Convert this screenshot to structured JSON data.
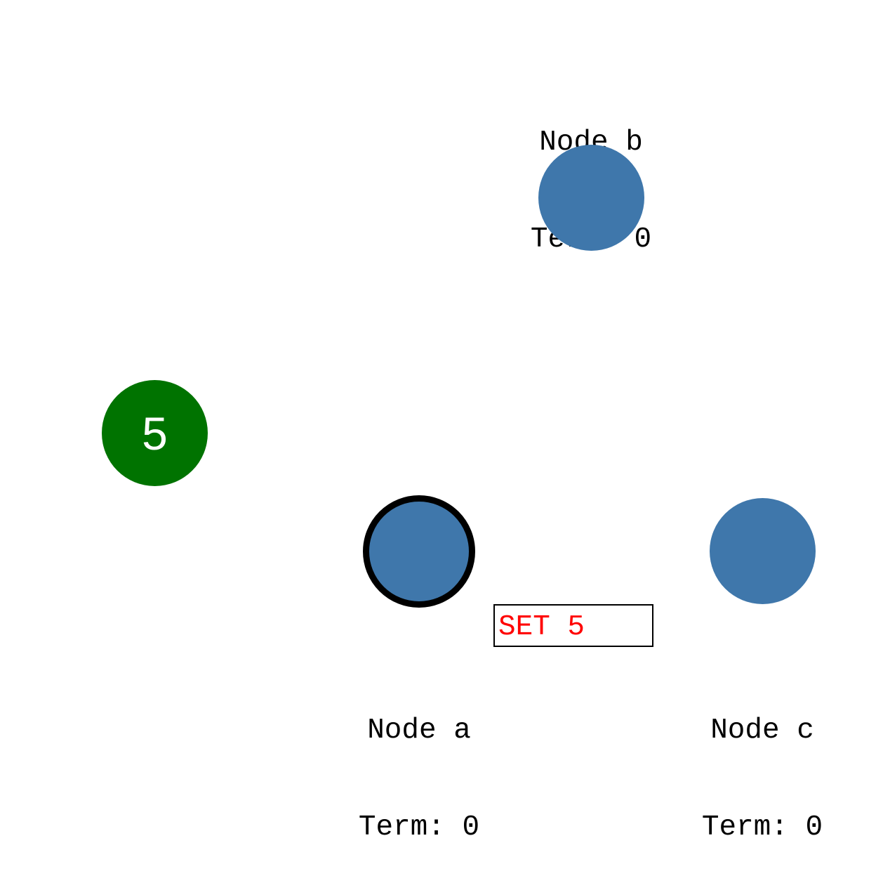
{
  "colors": {
    "node_fill": "#3f77ab",
    "client_fill": "#007300",
    "leader_border": "#000000",
    "message_text": "#ff0000",
    "label_text": "#000000"
  },
  "nodes": [
    {
      "name": "Node a",
      "term": "Term: 0",
      "highlighted": true
    },
    {
      "name": "Node b",
      "term": "Term: 0",
      "highlighted": false
    },
    {
      "name": "Node c",
      "term": "Term: 0",
      "highlighted": false
    }
  ],
  "client": {
    "value": "5"
  },
  "message": {
    "text": "SET 5"
  }
}
